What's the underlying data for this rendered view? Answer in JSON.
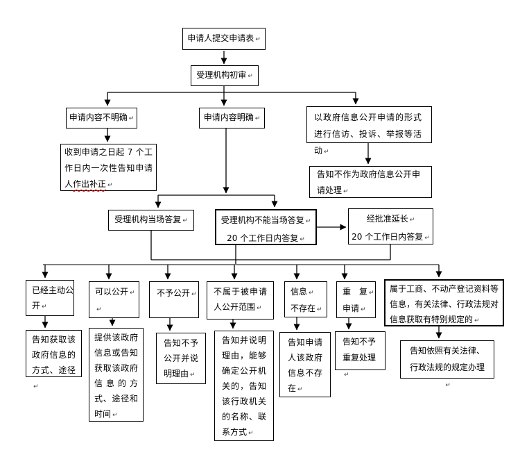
{
  "nodes": {
    "submit": {
      "text": "申请人提交申请表"
    },
    "review": {
      "text": "受理机构初审"
    },
    "unclear": {
      "text": "申请内容不明确"
    },
    "clear": {
      "text": "申请内容明确"
    },
    "petition": {
      "text": "以政府信息公开申请的形式进行信访、投诉、举报等活动"
    },
    "correct": {
      "pre": "收到申请之日起 7 个工作日内一次性告知申请人",
      "underlined": "作出补正"
    },
    "not_petition": {
      "text": "告知不作为政府信息公开申请处理"
    },
    "onspot": {
      "text": "受理机构当场答复"
    },
    "cannot": {
      "lines": [
        "受理机构不能当场答复",
        "20 个工作日内答复"
      ]
    },
    "extend": {
      "lines": [
        "经批准延长",
        "20 个工作日内答复"
      ]
    },
    "c1": {
      "text": "已经主动公开"
    },
    "c2": {
      "lines": [
        "可以公开",
        ""
      ]
    },
    "c3": {
      "text": "不予公开"
    },
    "c4": {
      "text": "不属于被申请人公开范围"
    },
    "c5": {
      "lines": [
        "信息",
        "不存在"
      ]
    },
    "c6": {
      "lines": [
        "重　复",
        "申请"
      ]
    },
    "c7": {
      "text": "属于工商、不动产登记资料等信息，有关法律、行政法规对信息获取有特别规定的"
    },
    "a1": {
      "text": "告知获取该政府信息的方式、途径"
    },
    "a2": {
      "text": "提供该政府信息或告知获取该政府信息的方式、途径和时间"
    },
    "a3": {
      "text": "告知不予公开并说明理由"
    },
    "a4": {
      "text": "告知并说明理由，能够确定公开机关的，告知该行政机关的名称、联系方式"
    },
    "a5": {
      "text": "告知申请人该政府信息不存在"
    },
    "a6": {
      "text": "告知不予重复处理"
    },
    "a7": {
      "text": "告知依照有关法律、行政法规的规定办理"
    }
  },
  "colors": {
    "text": "#000000",
    "box_border": "#000000",
    "connector": "#000000",
    "secondary_connector": "#808080",
    "spellcheck_underline": "#ff0000",
    "background": "#ffffff"
  }
}
